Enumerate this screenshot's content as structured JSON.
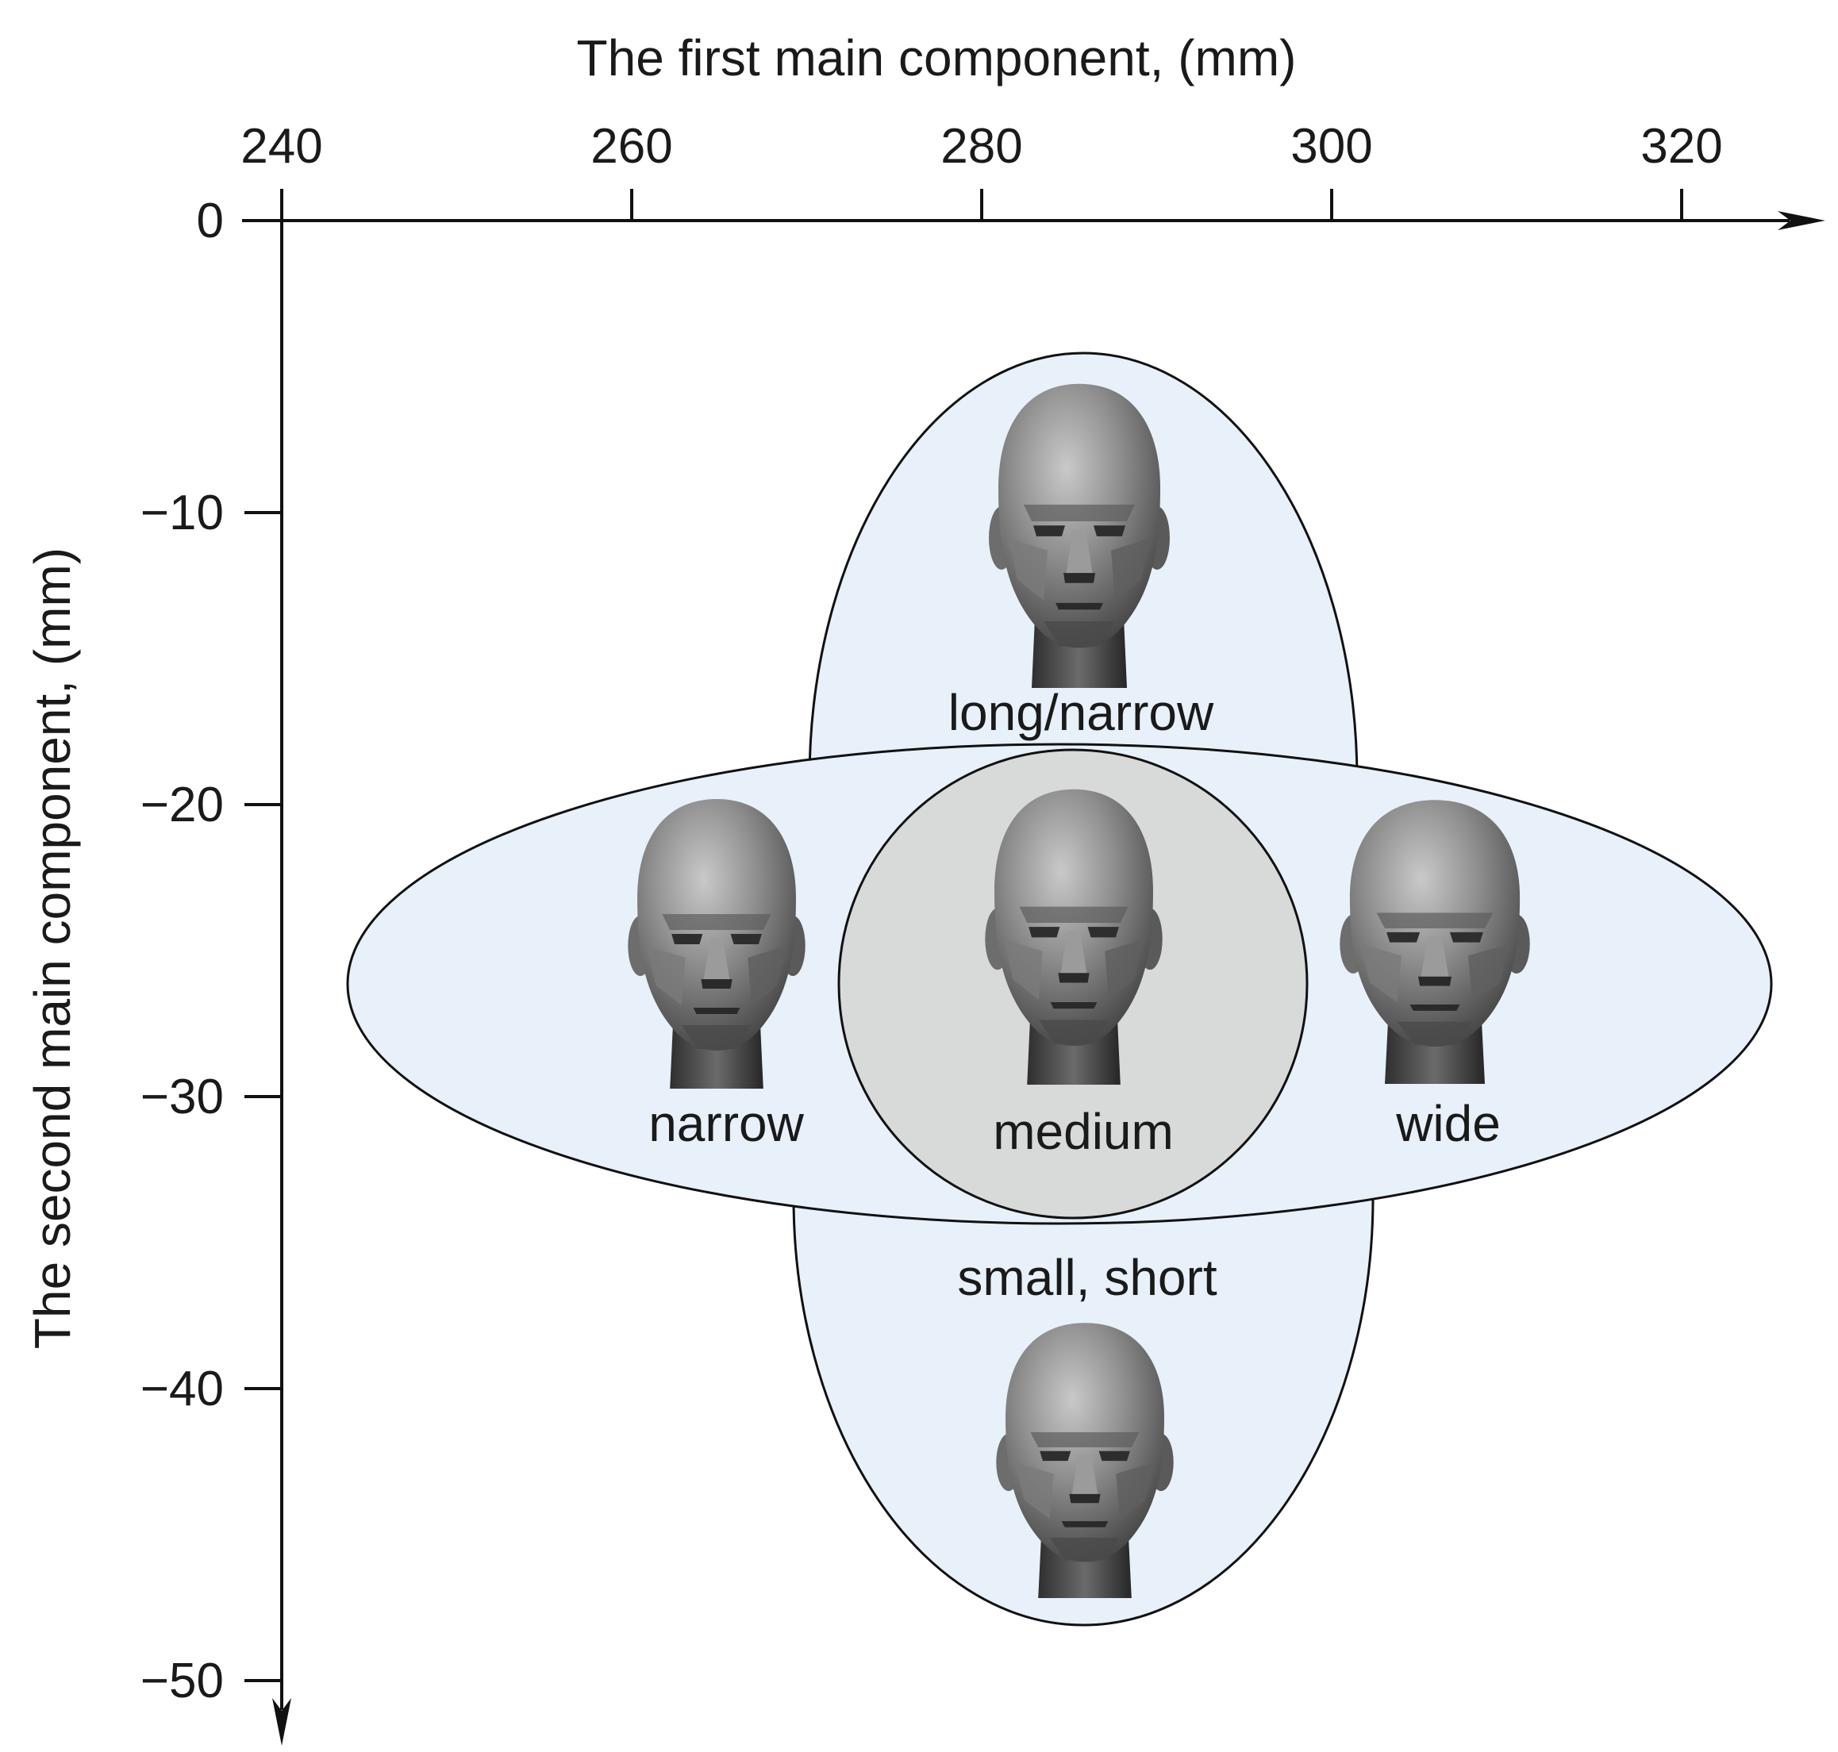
{
  "chart_data": {
    "type": "diagram",
    "x_axis": {
      "title": "The first main component, (mm)",
      "ticks": [
        240,
        260,
        280,
        300,
        320
      ],
      "position": "top"
    },
    "y_axis": {
      "title": "The second main component, (mm)",
      "ticks": [
        0,
        -10,
        -20,
        -30,
        -40,
        -50
      ],
      "tick_labels": [
        "0",
        "−10",
        "−20",
        "−30",
        "−40",
        "−50"
      ]
    },
    "regions": [
      {
        "id": "long-narrow",
        "label": "long/narrow",
        "shape": "vertical-ellipse-top"
      },
      {
        "id": "narrow",
        "label": "narrow",
        "shape": "horizontal-ellipse-left"
      },
      {
        "id": "medium",
        "label": "medium",
        "shape": "center-circle"
      },
      {
        "id": "wide",
        "label": "wide",
        "shape": "horizontal-ellipse-right"
      },
      {
        "id": "small-short",
        "label": "small, short",
        "shape": "vertical-ellipse-bottom"
      }
    ],
    "colors": {
      "ellipse_fill": "#e8f0fa",
      "circle_fill": "#d8d9d9",
      "head_skin": "#8a8a8a"
    }
  }
}
